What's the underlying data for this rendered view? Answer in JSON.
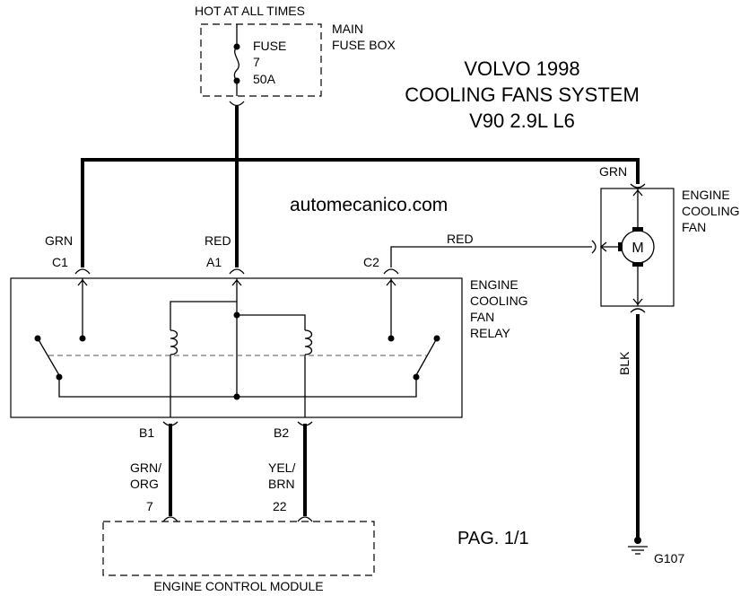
{
  "source": {
    "label": "HOT AT ALL TIMES"
  },
  "fuse_box": {
    "name_line1": "MAIN",
    "name_line2": "FUSE BOX",
    "fuse_label": "FUSE",
    "fuse_number": "7",
    "fuse_rating": "50A"
  },
  "title": {
    "line1": "VOLVO 1998",
    "line2": "COOLING FANS SYSTEM",
    "line3": "V90 2.9L L6"
  },
  "watermark": "automecanico.com",
  "relay": {
    "name_line1": "ENGINE",
    "name_line2": "COOLING",
    "name_line3": "FAN",
    "name_line4": "RELAY",
    "pins": {
      "c1": "C1",
      "a1": "A1",
      "c2": "C2",
      "b1": "B1",
      "b2": "B2"
    }
  },
  "fan": {
    "name_line1": "ENGINE",
    "name_line2": "COOLING",
    "name_line3": "FAN",
    "motor_symbol": "M"
  },
  "wires": {
    "grn_top": "GRN",
    "grn_c1": "GRN",
    "red_a1": "RED",
    "red_c2": "RED",
    "blk": "BLK",
    "b1_line1": "GRN/",
    "b1_line2": "ORG",
    "b2_line1": "YEL/",
    "b2_line2": "BRN"
  },
  "ecm": {
    "name": "ENGINE CONTROL MODULE",
    "pin_b1": "7",
    "pin_b2": "22"
  },
  "ground": {
    "id": "G107"
  },
  "page_label": "PAG. 1/1"
}
